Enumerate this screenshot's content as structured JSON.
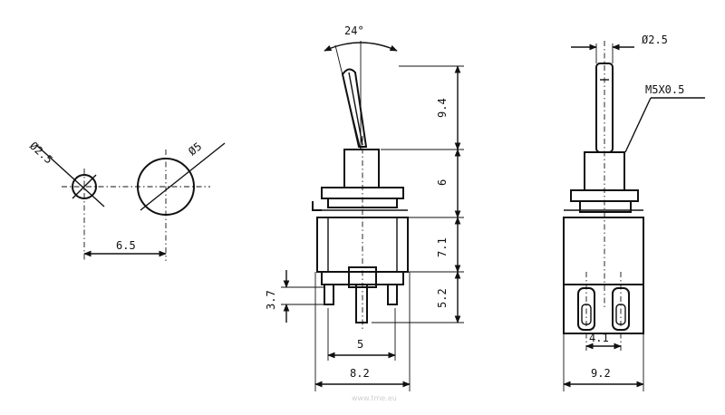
{
  "panel_cutout": {
    "hole_small": "Ø2.5",
    "hole_large": "Ø5",
    "spacing": "6.5"
  },
  "side_view": {
    "angle": "24°",
    "lever_height": "9.4",
    "bushing_height": "6",
    "body_height": "7.1",
    "terminal_height": "5.2",
    "terminal_offset": "3.7",
    "terminal_pitch": "5",
    "body_width": "8.2"
  },
  "front_view": {
    "lever_diameter": "Ø2.5",
    "thread": "M5X0.5",
    "terminal_pitch": "4.1",
    "body_width": "9.2"
  },
  "watermark": "www.tme.eu"
}
